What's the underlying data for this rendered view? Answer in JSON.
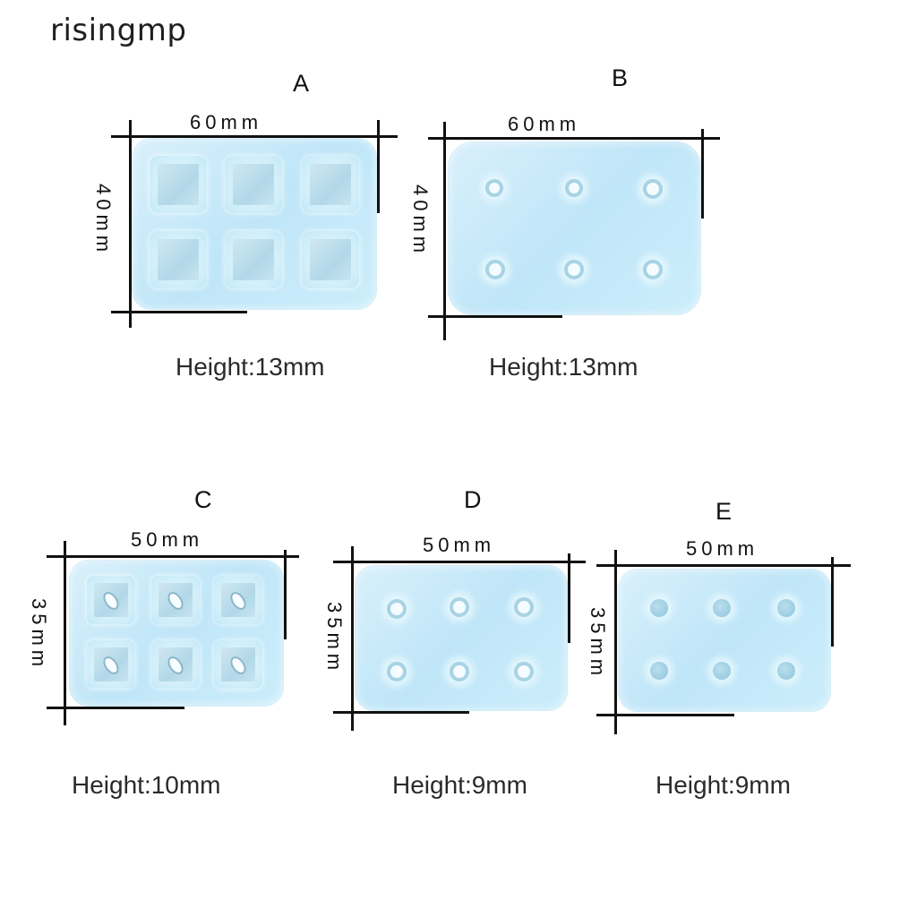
{
  "brand": "risingmp",
  "molds": {
    "A": {
      "letter": "A",
      "width": "60mm",
      "length": "40mm",
      "height": "Height:13mm"
    },
    "B": {
      "letter": "B",
      "width": "60mm",
      "length": "40mm",
      "height": "Height:13mm"
    },
    "C": {
      "letter": "C",
      "width": "50mm",
      "length": "35mm",
      "height": "Height:10mm"
    },
    "D": {
      "letter": "D",
      "width": "50mm",
      "length": "35mm",
      "height": "Height:9mm"
    },
    "E": {
      "letter": "E",
      "width": "50mm",
      "length": "35mm",
      "height": "Height:9mm"
    }
  },
  "colors": {
    "silicone": "#c6e9f8",
    "line": "#111111"
  }
}
